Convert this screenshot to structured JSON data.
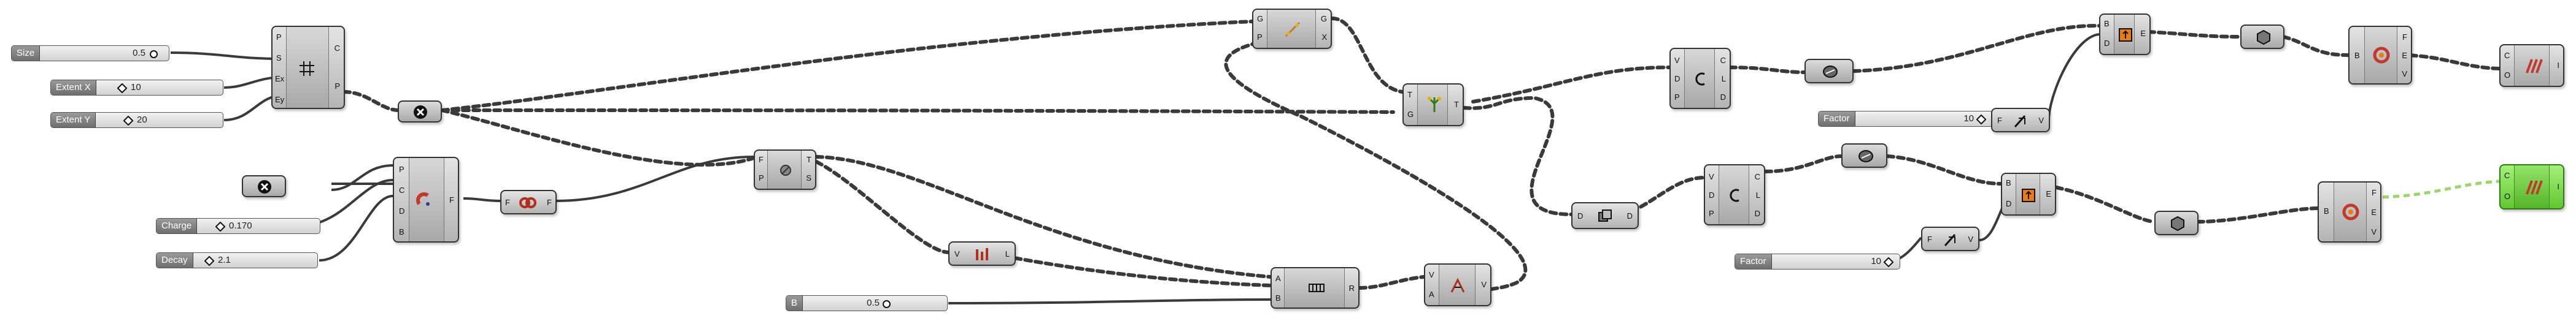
{
  "canvas": {
    "background": "#ffffff"
  },
  "colors": {
    "wire": "#3a3a3a",
    "preview_wire": "#9ed46e",
    "active_component": "#7ad64a"
  },
  "sliders": [
    {
      "id": "size",
      "label": "Size",
      "value": "0.5"
    },
    {
      "id": "extent_x",
      "label": "Extent X",
      "value": "10"
    },
    {
      "id": "extent_y",
      "label": "Extent Y",
      "value": "20"
    },
    {
      "id": "charge",
      "label": "Charge",
      "value": "0.170"
    },
    {
      "id": "decay",
      "label": "Decay",
      "value": "2.1"
    },
    {
      "id": "b",
      "label": "B",
      "value": "0.5"
    },
    {
      "id": "factor_1",
      "label": "Factor",
      "value": "10"
    },
    {
      "id": "factor_2",
      "label": "Factor",
      "value": "10"
    }
  ],
  "components": {
    "rectangular_grid": {
      "inputs": [
        "P",
        "S",
        "Ex",
        "Ey"
      ],
      "outputs": [
        "C",
        "P"
      ],
      "icon": "grid-icon"
    },
    "cull_1": {
      "icon": "cull-icon"
    },
    "cull_2": {
      "icon": "cull-icon"
    },
    "point_charge": {
      "inputs": [
        "P",
        "C",
        "D",
        "B"
      ],
      "outputs": [
        "F"
      ],
      "icon": "magnet-icon"
    },
    "merge_fields": {
      "inputs": [
        "F"
      ],
      "outputs": [
        "F"
      ],
      "icon": "merge-field-icon"
    },
    "evaluate_field": {
      "inputs": [
        "F",
        "P"
      ],
      "outputs": [
        "T",
        "S"
      ],
      "icon": "evaluate-field-icon"
    },
    "graph_mapper_top": {
      "inputs": [
        "G",
        "P"
      ],
      "outputs": [
        "G",
        "X"
      ],
      "icon": "graph-icon"
    },
    "move_tree": {
      "inputs": [
        "T",
        "G"
      ],
      "outputs": [
        "T"
      ],
      "icon": "tree-icon"
    },
    "vector_len": {
      "inputs": [
        "V"
      ],
      "outputs": [
        "L"
      ],
      "icon": "vector-length-icon"
    },
    "bounds": {
      "inputs": [
        "A",
        "B"
      ],
      "outputs": [
        "R"
      ],
      "icon": "bounds-icon"
    },
    "amplitude": {
      "inputs": [
        "V",
        "A"
      ],
      "outputs": [
        "V"
      ],
      "icon": "amplitude-icon"
    },
    "deconstruct_top": {
      "inputs": [
        "V",
        "D",
        "P"
      ],
      "outputs": [
        "C",
        "L",
        "D"
      ],
      "icon": "deconstruct-icon"
    },
    "join_top": {
      "icon": "join-icon"
    },
    "move_z_top": {
      "inputs": [
        "F"
      ],
      "outputs": [
        "V"
      ],
      "icon": "unit-z-icon"
    },
    "extrude_top": {
      "inputs": [
        "B",
        "D"
      ],
      "outputs": [
        "E"
      ],
      "icon": "extrude-icon"
    },
    "hex_top": {
      "icon": "hexagon-icon"
    },
    "brep_top": {
      "inputs": [
        "B"
      ],
      "outputs": [
        "F",
        "E",
        "V"
      ],
      "icon": "brep-icon"
    },
    "contour_top": {
      "inputs": [
        "C",
        "O"
      ],
      "outputs": [
        "I"
      ],
      "icon": "contour-icon"
    },
    "list_item": {
      "inputs": [
        "D"
      ],
      "outputs": [
        "D"
      ],
      "icon": "list-icon"
    },
    "deconstruct_bot": {
      "inputs": [
        "V",
        "D",
        "P"
      ],
      "outputs": [
        "C",
        "L",
        "D"
      ],
      "icon": "deconstruct-icon"
    },
    "join_bot": {
      "icon": "join-icon"
    },
    "move_z_bot": {
      "inputs": [
        "F"
      ],
      "outputs": [
        "V"
      ],
      "icon": "unit-z-icon"
    },
    "extrude_bot": {
      "inputs": [
        "B",
        "D"
      ],
      "outputs": [
        "E"
      ],
      "icon": "extrude-icon"
    },
    "hex_bot": {
      "icon": "hexagon-icon"
    },
    "brep_bot": {
      "inputs": [
        "B"
      ],
      "outputs": [
        "F",
        "E",
        "V"
      ],
      "icon": "brep-icon"
    },
    "contour_bot": {
      "inputs": [
        "C",
        "O"
      ],
      "outputs": [
        "I"
      ],
      "icon": "contour-icon"
    }
  }
}
